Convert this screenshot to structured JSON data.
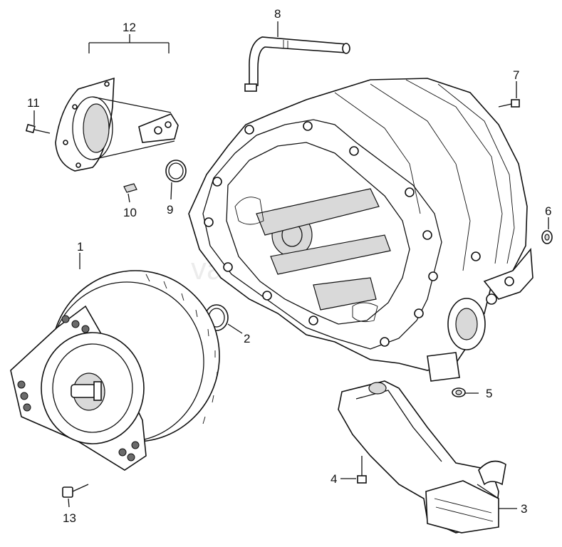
{
  "diagram": {
    "watermark": "vagtec.ru",
    "callouts": {
      "c1": "1",
      "c2": "2",
      "c3": "3",
      "c4": "4",
      "c5": "5",
      "c6": "6",
      "c7": "7",
      "c8": "8",
      "c9": "9",
      "c10": "10",
      "c11": "11",
      "c12": "12",
      "c13": "13"
    }
  }
}
